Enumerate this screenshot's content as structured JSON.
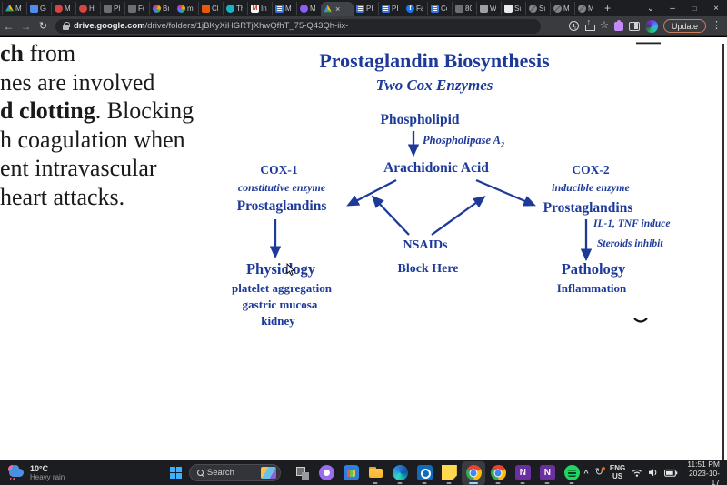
{
  "colors": {
    "navy": "#1d3a9b",
    "chrome_tabstrip": "#1d1e22",
    "chrome_toolbar": "#3a3b3f",
    "taskbar_bg": "#1c1d21",
    "update_border": "#c97f5e",
    "extension_purple": "#c58af9"
  },
  "browser": {
    "tabs": [
      {
        "label": "My",
        "fav": "drive"
      },
      {
        "label": "Go",
        "fav": "blue"
      },
      {
        "label": "Mc",
        "fav": "red"
      },
      {
        "label": "Ho",
        "fav": "red"
      },
      {
        "label": "Ph",
        "fav": "dark"
      },
      {
        "label": "Fu",
        "fav": "dark"
      },
      {
        "label": "Br",
        "fav": "swirl"
      },
      {
        "label": "mc",
        "fav": "swirl"
      },
      {
        "label": "Ch",
        "fav": "orangebox"
      },
      {
        "label": "Th",
        "fav": "teal"
      },
      {
        "label": "Int",
        "fav": "gmail"
      },
      {
        "label": "Mi",
        "fav": "blueline"
      },
      {
        "label": "Mi",
        "fav": "purple"
      },
      {
        "label": "",
        "fav": "drive",
        "active": "true",
        "close": "×"
      },
      {
        "label": "PH",
        "fav": "blueline"
      },
      {
        "label": "PH",
        "fav": "blueline"
      },
      {
        "label": "Fa",
        "fav": "fb"
      },
      {
        "label": "Co",
        "fav": "blueline"
      },
      {
        "label": "80",
        "fav": "dark"
      },
      {
        "label": "Wi",
        "fav": "gray"
      },
      {
        "label": "Su",
        "fav": "white"
      },
      {
        "label": "Su",
        "fav": "globe"
      },
      {
        "label": "Mi",
        "fav": "globe"
      },
      {
        "label": "Mc",
        "fav": "globe"
      }
    ],
    "new_tab_label": "+",
    "window_controls": {
      "tab_search": "⌄",
      "minimize": "–",
      "maximize": "□",
      "close": "×"
    },
    "nav": {
      "back": "←",
      "forward": "→",
      "reload": "↻"
    },
    "url": {
      "domain": "drive.google.com",
      "path": "/drive/folders/1jBKyXiHGRTjXhwQfhT_75-Q43Qh-iix-"
    },
    "update_label": "Update",
    "menu_icon": "⋮"
  },
  "page_text": {
    "lines": [
      {
        "bold": "ch",
        "normal": " from"
      },
      {
        "bold": "",
        "normal": "nes are involved"
      },
      {
        "bold": "d clotting",
        "normal": ". Blocking"
      },
      {
        "bold": "",
        "normal": "h coagulation when"
      },
      {
        "bold": "",
        "normal": "ent intravascular"
      },
      {
        "bold": "",
        "normal": "heart attacks."
      }
    ]
  },
  "diagram": {
    "title": "Prostaglandin Biosynthesis",
    "subtitle": "Two Cox Enzymes",
    "nodes": {
      "phospholipid": "Phospholipid",
      "phospholipase": "Phospholipase A",
      "phospholipase_sub": "2",
      "arachidonic_acid": "Arachidonic Acid",
      "nsaids": "NSAIDs",
      "block_here": "Block Here"
    },
    "cox1": {
      "name": "COX-1",
      "type": "constitutive enzyme",
      "product": "Prostaglandins",
      "outcome": "Physiology",
      "effects": [
        "platelet aggregation",
        "gastric mucosa",
        "kidney"
      ]
    },
    "cox2": {
      "name": "COX-2",
      "type": "inducible enzyme",
      "product": "Prostaglandins",
      "outcome": "Pathology",
      "effects": [
        "Inflammation"
      ],
      "induce_label": "IL-1, TNF induce",
      "inhibit_label": "Steroids inhibit"
    }
  },
  "taskbar": {
    "weather": {
      "temperature": "10°C",
      "condition": "Heavy rain"
    },
    "search": {
      "placeholder": "Search"
    },
    "apps": [
      {
        "name": "task-view-button",
        "app": "taskview"
      },
      {
        "name": "chat-button",
        "app": "chat"
      },
      {
        "name": "store-button",
        "app": "store"
      },
      {
        "name": "file-explorer-button",
        "app": "explorer",
        "running": "true"
      },
      {
        "name": "edge-button",
        "app": "edge",
        "running": "true"
      },
      {
        "name": "outlook-button",
        "app": "outlook",
        "running": "true"
      },
      {
        "name": "sticky-notes-button",
        "app": "sticky",
        "running": "true"
      },
      {
        "name": "chrome-button-active",
        "app": "chrome",
        "running": "true",
        "active": "true"
      },
      {
        "name": "chrome-button",
        "app": "chrome",
        "running": "true"
      },
      {
        "name": "onenote-button",
        "app": "onenote",
        "running": "true"
      },
      {
        "name": "onenote-button-2",
        "app": "onenote",
        "running": "true"
      },
      {
        "name": "spotify-button",
        "app": "spotify",
        "running": "true"
      }
    ],
    "tray": {
      "hidden_icons": "^",
      "sync_icon": "↻",
      "language": {
        "line1": "ENG",
        "line2": "US"
      },
      "clock": {
        "time": "11:51 PM",
        "date": "2023-10-17"
      }
    }
  }
}
